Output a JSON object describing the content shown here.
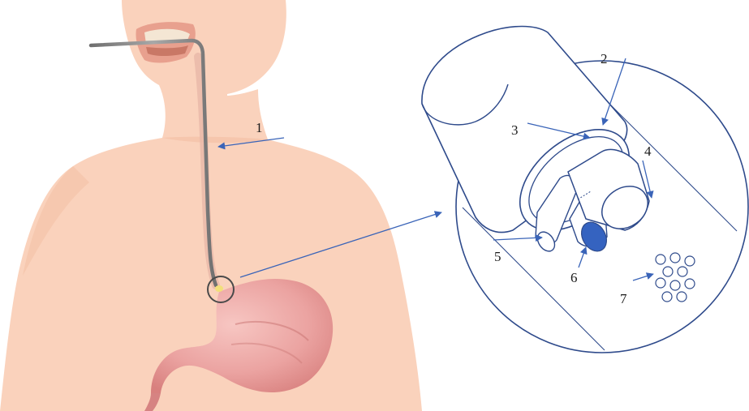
{
  "labels": {
    "l1": "1",
    "l2": "2",
    "l3": "3",
    "l4": "4",
    "l5": "5",
    "l6": "6",
    "l7": "7"
  },
  "colors": {
    "skin": "#FAD2BC",
    "skin_shadow": "#F3C1A6",
    "stomach": "#E58F8F",
    "stomach_light": "#F6C4C0",
    "endoscope": "#8C8C8C",
    "mouth": "#D99987",
    "outline": "#2E4A8B",
    "arrow": "#3A64B8",
    "lens": "#3563C0",
    "marker": "#F2E07A"
  }
}
